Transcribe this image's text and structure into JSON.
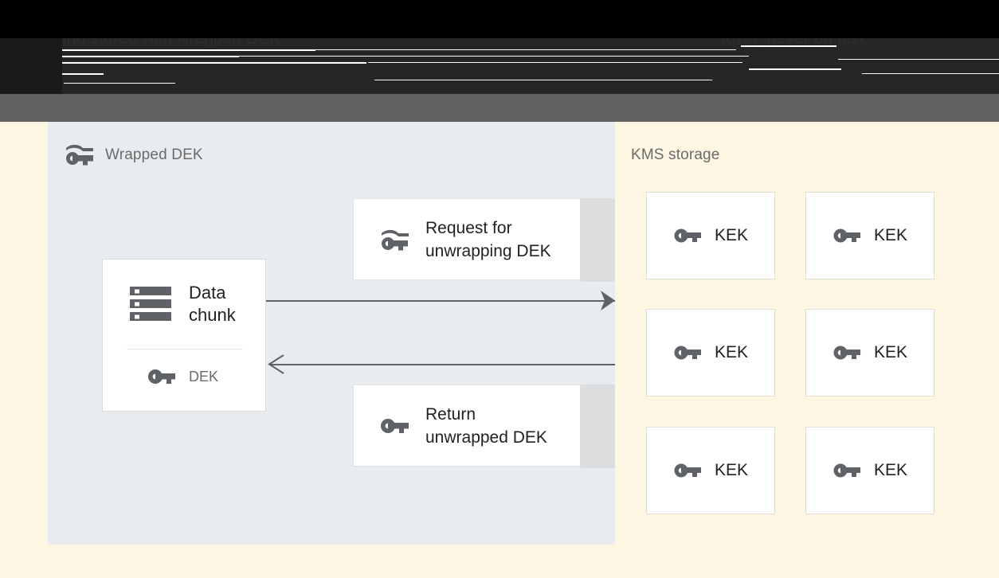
{
  "header": {
    "left_text": "Data chunk is encrypted with DEK\nand stored with wrapped DEK",
    "right_text": "KEK stored in\nKMS, never on disk"
  },
  "left_panel": {
    "title": "Wrapped DEK",
    "title_icon": "wrapped-key-icon",
    "data_chunk": {
      "label": "Data\nchunk",
      "icon": "storage-server-icon",
      "key_row": {
        "label": "DEK",
        "icon": "key-icon"
      }
    },
    "messages": [
      {
        "label": "Request for\nunwrapping DEK",
        "icon": "wrapped-key-icon"
      },
      {
        "label": "Return\nunwrapped DEK",
        "icon": "key-icon"
      }
    ],
    "arrows": [
      {
        "direction": "right",
        "name": "request-arrow"
      },
      {
        "direction": "left",
        "name": "response-arrow"
      }
    ]
  },
  "right_panel": {
    "title": "KMS storage",
    "keks": [
      {
        "label": "KEK",
        "icon": "key-icon"
      },
      {
        "label": "KEK",
        "icon": "key-icon"
      },
      {
        "label": "KEK",
        "icon": "key-icon"
      },
      {
        "label": "KEK",
        "icon": "key-icon"
      },
      {
        "label": "KEK",
        "icon": "key-icon"
      },
      {
        "label": "KEK",
        "icon": "key-icon"
      }
    ]
  },
  "colors": {
    "header_black": "#000000",
    "header_dark": "#262626",
    "header_gray": "#616161",
    "left_panel_bg": "#e8ecef",
    "right_panel_bg": "#fdf6e3",
    "card_bg": "#ffffff",
    "icon_gray": "#5f6368",
    "text_dark": "#202124",
    "text_muted": "#6b6b6b",
    "strip_gray": "#dcdddf"
  }
}
